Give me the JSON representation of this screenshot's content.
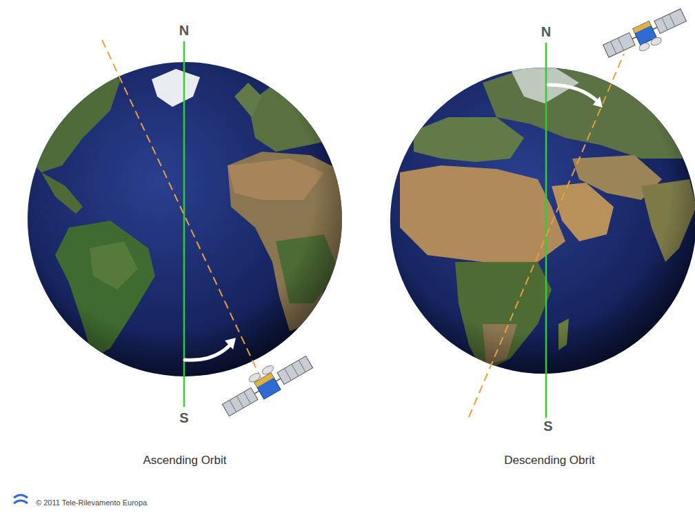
{
  "diagram": {
    "labels": [
      "N",
      "S",
      "N",
      "S",
      "Ascending Orbit",
      "Descending Obrit",
      "© 2011 Tele-Rilevamento Europa"
    ]
  }
}
